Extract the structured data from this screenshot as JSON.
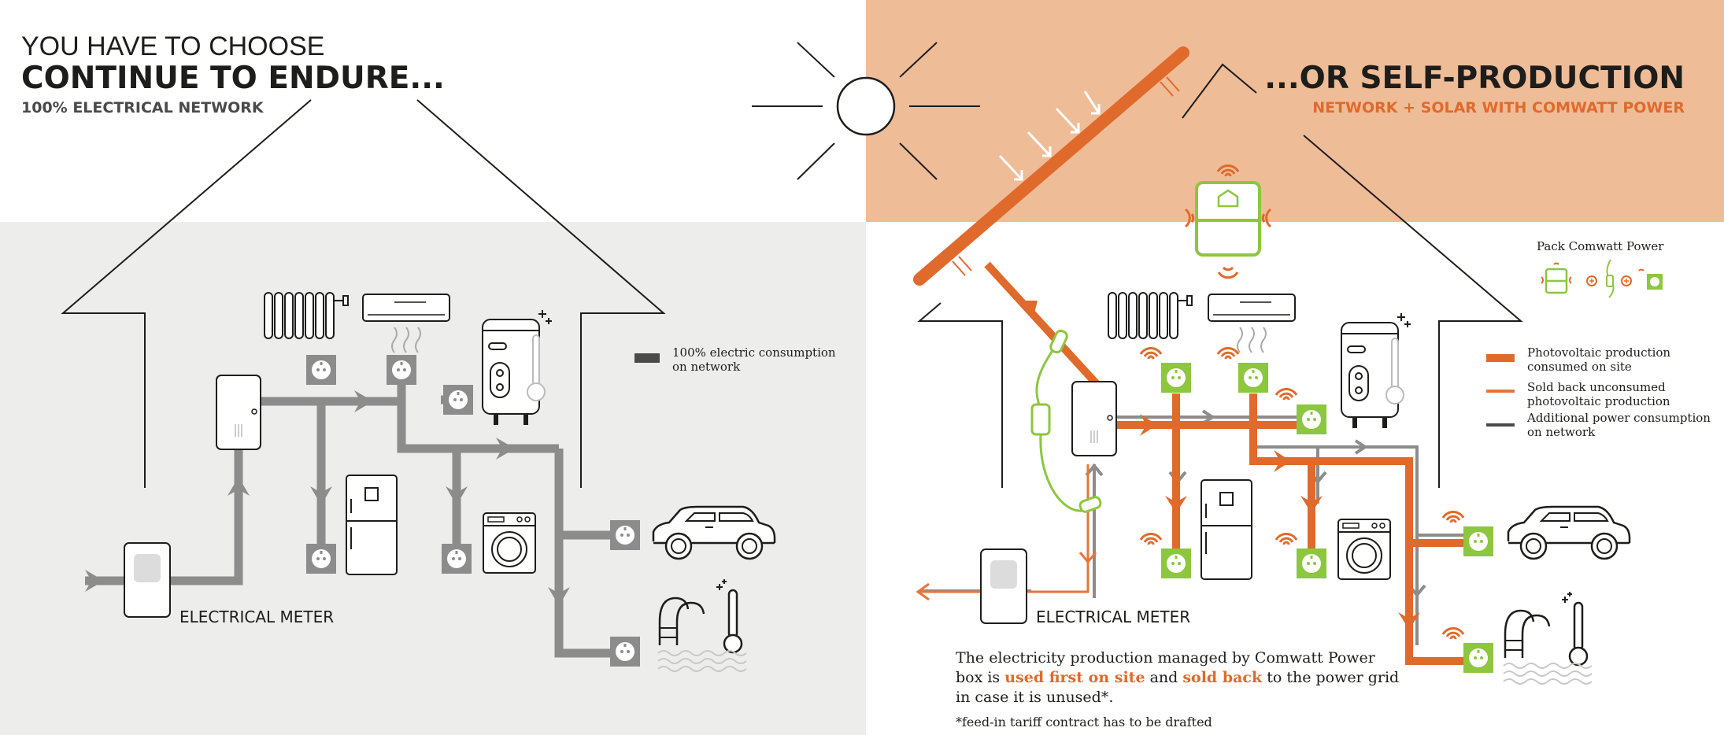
{
  "left": {
    "title_line1": "YOU HAVE TO CHOOSE",
    "title_line2": "CONTINUE TO ENDURE...",
    "subtitle": "100% ELECTRICAL NETWORK",
    "legend_line1": "100% electric consumption",
    "legend_line2": "on network",
    "meter_label": "ELECTRICAL METER"
  },
  "right": {
    "title": "...OR SELF-PRODUCTION",
    "subtitle": "NETWORK + SOLAR WITH COMWATT POWER",
    "pack_label": "Pack Comwatt Power",
    "legend": [
      {
        "line1": "Photovoltaic production",
        "line2": "consumed on site"
      },
      {
        "line1": "Sold back unconsumed",
        "line2": "photovoltaic production"
      },
      {
        "line1": "Additional power consumption",
        "line2": "on network"
      }
    ],
    "meter_label": "ELECTRICAL METER",
    "text_line1": "The electricity production managed by Comwatt Power",
    "text_line2_a": "box is ",
    "text_line2_b": "used first on site",
    "text_line2_c": " and ",
    "text_line2_d": "sold back",
    "text_line2_e": " to the power grid",
    "text_line3": "in case it is unused*.",
    "footnote": "*feed-in tariff contract has to be drafted"
  },
  "colors": {
    "network_gray": "#8c8c8c",
    "solar_orange": "#e06a2b",
    "sold_orange": "#e8743a",
    "comwatt_green": "#8dc63f",
    "peach_bg": "#efbc98",
    "light_gray_bg": "#ededeb",
    "ink": "#1d1d1b"
  },
  "icons": [
    "sun-icon",
    "radiator-icon",
    "air-conditioner-icon",
    "water-heater-icon",
    "fridge-icon",
    "washing-machine-icon",
    "car-icon",
    "pool-icon",
    "socket-icon",
    "electrical-meter-icon",
    "electrical-panel-icon",
    "comwatt-box-icon",
    "wifi-icon",
    "solar-panel-icon"
  ]
}
